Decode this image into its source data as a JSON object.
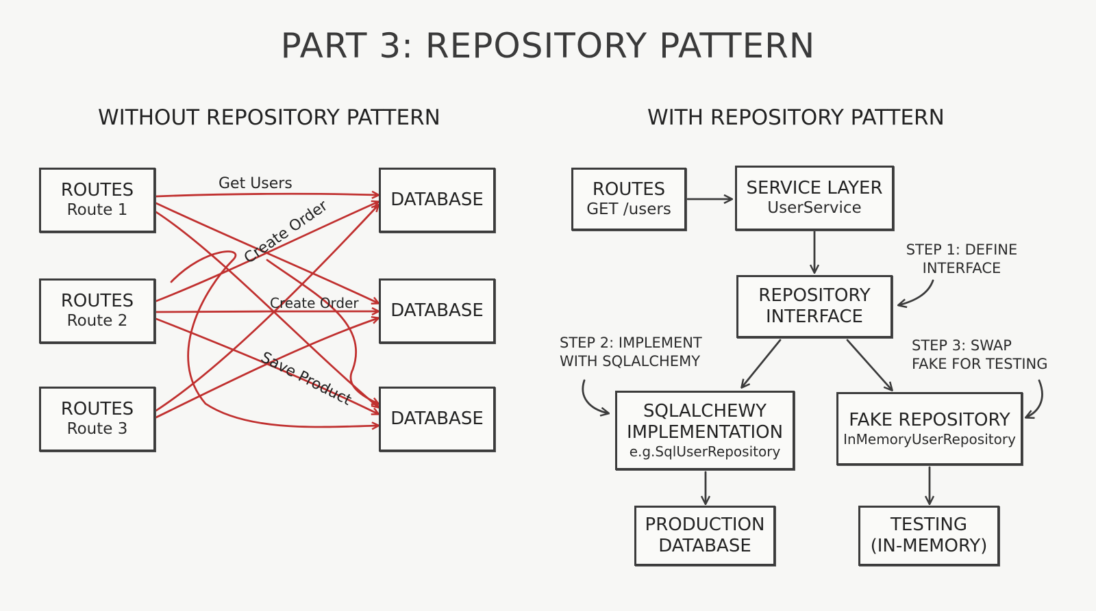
{
  "title": "PART 3: REPOSITORY PATTERN",
  "left": {
    "subtitle": "WITHOUT REPOSITORY PATTERN",
    "routes": [
      {
        "title": "ROUTES",
        "sub": "Route 1"
      },
      {
        "title": "ROUTES",
        "sub": "Route 2"
      },
      {
        "title": "ROUTES",
        "sub": "Route 3"
      }
    ],
    "databases": [
      "DATABASE",
      "DATABASE",
      "DATABASE"
    ],
    "labels": {
      "get_users": "Get Users",
      "create_order_rotated": "Create Order",
      "create_order": "Create Order",
      "save_product": "Save Product"
    }
  },
  "right": {
    "subtitle": "WITH REPOSITORY PATTERN",
    "routes": {
      "title": "ROUTES",
      "sub": "GET /users"
    },
    "service": {
      "title": "SERVICE LAYER",
      "sub": "UserService"
    },
    "repo_interface": {
      "line1": "REPOSITORY",
      "line2": "INTERFACE"
    },
    "sql_impl": {
      "line1": "SQLALCHEWY",
      "line2": "IMPLEMENTATION",
      "sub": "e.g.SqlUserRepository"
    },
    "fake_repo": {
      "title": "FAKE REPOSITORY",
      "sub": "InMemoryUserRepository"
    },
    "prod_db": {
      "line1": "PRODUCTION",
      "line2": "DATABASE"
    },
    "testing": {
      "line1": "TESTING",
      "line2": "(IN-MEMORY)"
    },
    "notes": {
      "step1_l1": "STEP 1: DEFINE",
      "step1_l2": "INTERFACE",
      "step2_l1": "STEP 2: IMPLEMENT",
      "step2_l2": "WITH SQLALCHEMY",
      "step3_l1": "STEP 3: SWAP",
      "step3_l2": "FAKE FOR TESTING"
    }
  },
  "colors": {
    "red": "#c0302f",
    "dark": "#3b3b3b"
  }
}
